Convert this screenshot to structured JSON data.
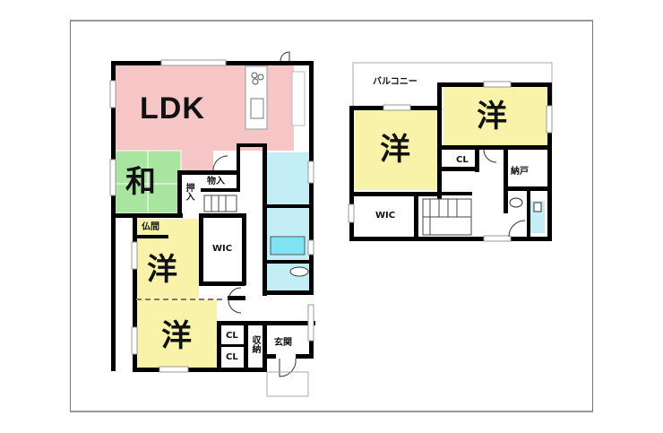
{
  "floor_plan": {
    "colors": {
      "ldk": "#f6c5c5",
      "washitsu": "#a8e6a0",
      "yoshitsu": "#f8f3a8",
      "wet": "#c4eef6",
      "bathtub": "#7ee3f2",
      "wall": "#000000",
      "frame": "#888888"
    },
    "floor1": {
      "rooms": {
        "ldk": "LDK",
        "washitsu": "和",
        "oshiire": "押入",
        "mono_ire": "物入",
        "butsuma": "仏間",
        "wic": "WIC",
        "yoshitsu_1": "洋",
        "yoshitsu_2": "洋",
        "cl_1": "CL",
        "cl_2": "CL",
        "shuno": "収納",
        "genkan": "玄関"
      }
    },
    "floor2": {
      "rooms": {
        "balcony": "バルコニー",
        "yoshitsu_left": "洋",
        "yoshitsu_right": "洋",
        "cl": "CL",
        "nando": "納戸",
        "wic": "WIC"
      }
    }
  }
}
